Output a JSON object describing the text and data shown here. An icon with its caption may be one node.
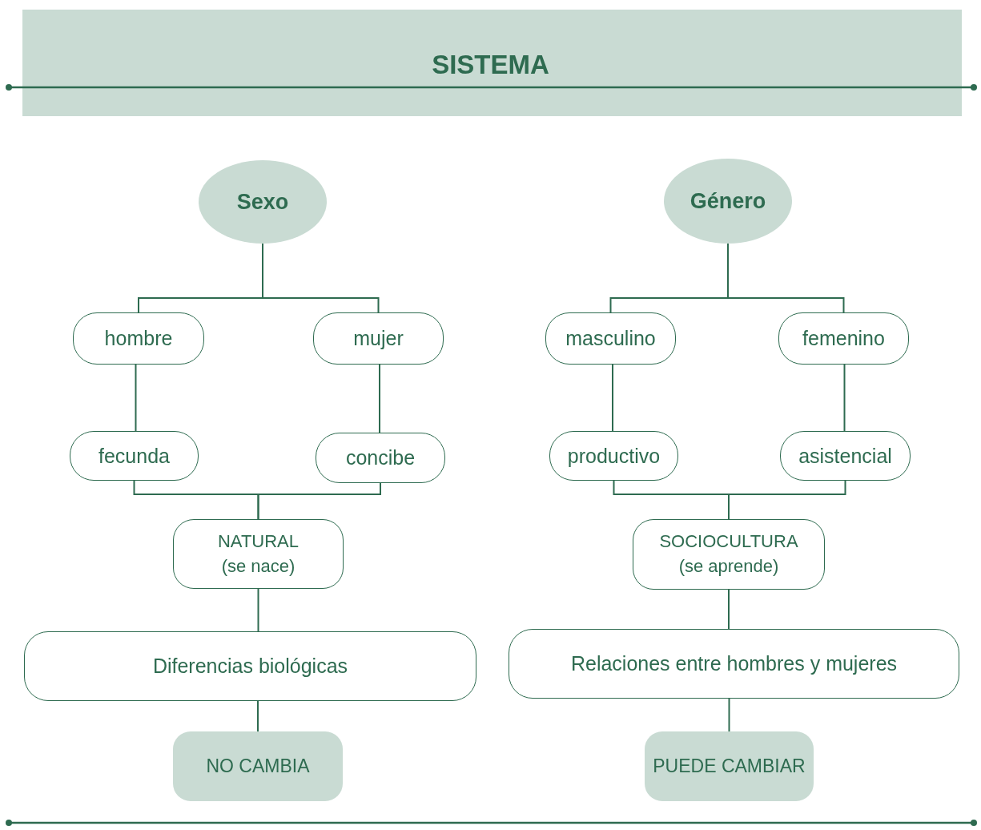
{
  "diagram": {
    "title": "SISTEMA",
    "nodes": [
      {
        "text": [
          "Sexo"
        ]
      },
      {
        "text": [
          "Género"
        ]
      },
      {
        "text": [
          "hombre"
        ]
      },
      {
        "text": [
          "mujer"
        ]
      },
      {
        "text": [
          "masculino"
        ]
      },
      {
        "text": [
          "femenino"
        ]
      },
      {
        "text": [
          "fecunda"
        ]
      },
      {
        "text": [
          "concibe"
        ]
      },
      {
        "text": [
          "productivo"
        ]
      },
      {
        "text": [
          "asistencial"
        ]
      },
      {
        "text": [
          "NATURAL",
          "(se nace)"
        ]
      },
      {
        "text": [
          "SOCIOCULTURA",
          "(se aprende)"
        ]
      },
      {
        "text": [
          "Diferencias biológicas"
        ]
      },
      {
        "text": [
          "Relaciones entre hombres y mujeres"
        ]
      },
      {
        "text": [
          "NO CAMBIA"
        ]
      },
      {
        "text": [
          "PUEDE CAMBIAR"
        ]
      }
    ],
    "edges": [
      {
        "from": 0,
        "to": 2,
        "arrow": "none"
      },
      {
        "from": 0,
        "to": 3,
        "arrow": "none"
      },
      {
        "from": 2,
        "to": 6,
        "arrow": "none"
      },
      {
        "from": 3,
        "to": 7,
        "arrow": "none"
      },
      {
        "from": 6,
        "to": 10,
        "arrow": "none"
      },
      {
        "from": 7,
        "to": 10,
        "arrow": "none"
      },
      {
        "from": 10,
        "to": 12,
        "arrow": "none"
      },
      {
        "from": 12,
        "to": 14,
        "arrow": "none"
      },
      {
        "from": 1,
        "to": 4,
        "arrow": "none"
      },
      {
        "from": 1,
        "to": 5,
        "arrow": "none"
      },
      {
        "from": 4,
        "to": 8,
        "arrow": "none"
      },
      {
        "from": 5,
        "to": 9,
        "arrow": "none"
      },
      {
        "from": 8,
        "to": 11,
        "arrow": "none"
      },
      {
        "from": 9,
        "to": 11,
        "arrow": "none"
      },
      {
        "from": 11,
        "to": 13,
        "arrow": "none"
      },
      {
        "from": 13,
        "to": 15,
        "arrow": "none"
      }
    ]
  }
}
